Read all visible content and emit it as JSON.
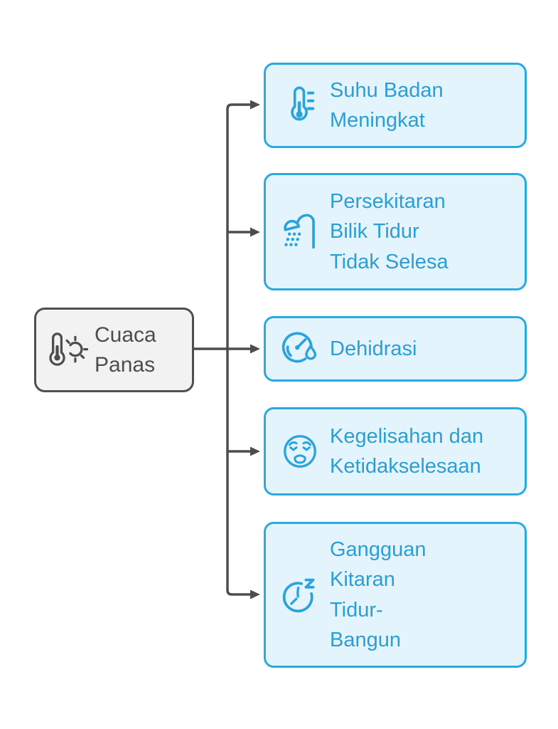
{
  "diagram": {
    "root": {
      "label": "Cuaca\nPanas",
      "icon": "thermometer-sun-icon"
    },
    "effects": [
      {
        "label": "Suhu Badan\nMeningkat",
        "icon": "thermometer-icon"
      },
      {
        "label": "Persekitaran\nBilik Tidur\nTidak Selesa",
        "icon": "shower-icon"
      },
      {
        "label": "Dehidrasi",
        "icon": "gauge-droplet-icon"
      },
      {
        "label": "Kegelisahan dan\nKetidakselesaan",
        "icon": "weary-face-icon"
      },
      {
        "label": "Gangguan\nKitaran\nTidur-\nBangun",
        "icon": "clock-sleep-icon"
      }
    ],
    "colors": {
      "bg": "#ffffff",
      "accent_border": "#29abe2",
      "box_fill": "#e4f4fc",
      "box_text": "#2b9ed6",
      "icon_blue": "#2ba3dc",
      "node_fill": "#f2f2f2",
      "node_border": "#4f4f4f",
      "node_text": "#4d4d4d",
      "line_color": "#4d4d4d"
    }
  }
}
